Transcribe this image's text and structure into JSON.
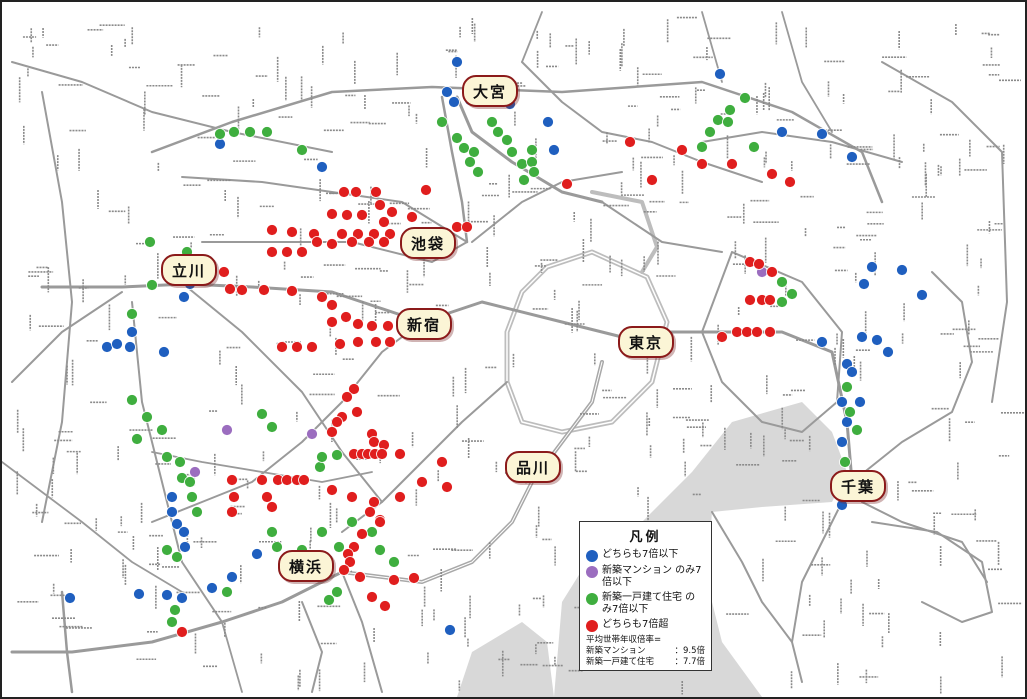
{
  "hub_labels": [
    "大宮",
    "池袋",
    "立川",
    "新宿",
    "東京",
    "品川",
    "千葉",
    "横浜"
  ],
  "legend": {
    "title": "凡例",
    "items": [
      {
        "color": "#1f5fbf",
        "label": "どちらも7倍以下",
        "category": "blue"
      },
      {
        "color": "#9b6dbf",
        "label": "新築マンション のみ7倍以下",
        "category": "purple"
      },
      {
        "color": "#3fae3f",
        "label": "新築一戸建て住宅 のみ7倍以下",
        "category": "green"
      },
      {
        "color": "#e01e1e",
        "label": "どちらも7倍超",
        "category": "red"
      }
    ],
    "ratio_title": "平均世帯年収倍率=",
    "ratios": [
      {
        "label": "新築マンション",
        "value": "：9.5倍"
      },
      {
        "label": "新築一戸建て住宅",
        "value": "：7.7倍"
      }
    ]
  },
  "colors": {
    "blue": "#1f5fbf",
    "purple": "#9b6dbf",
    "green": "#3fae3f",
    "red": "#e01e1e",
    "sea": "#d8d8d8",
    "rail": "#9a9a9a",
    "rail_text": "#555555"
  }
}
